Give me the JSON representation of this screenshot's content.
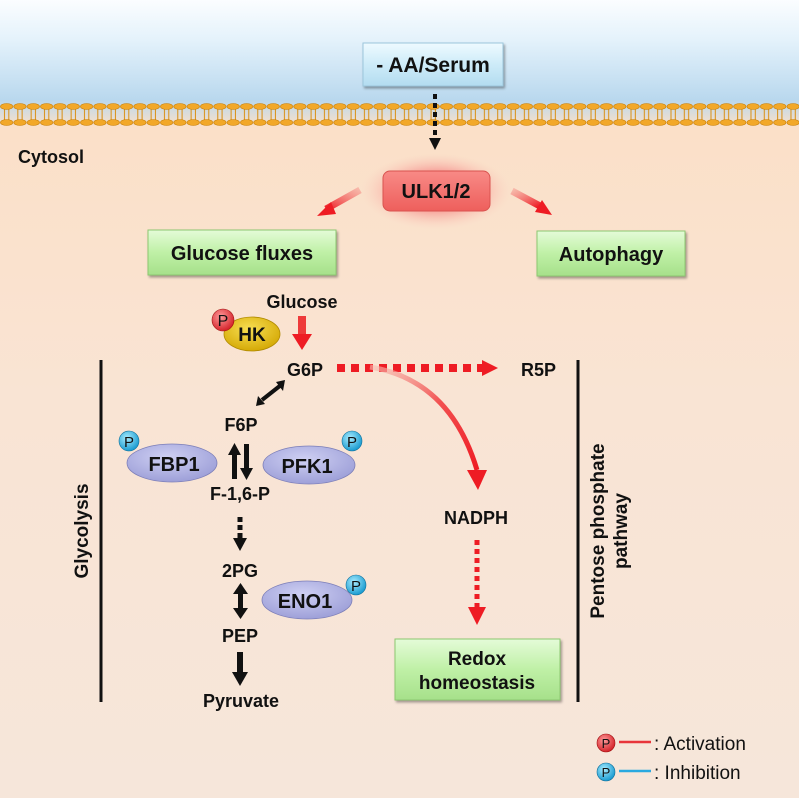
{
  "stimulus": {
    "label": "- AA/Serum"
  },
  "compartment": {
    "label": "Cytosol"
  },
  "kinase": {
    "label": "ULK1/2"
  },
  "outputs": {
    "glucose_fluxes": "Glucose fluxes",
    "autophagy": "Autophagy"
  },
  "metabolites": {
    "glucose": "Glucose",
    "g6p": "G6P",
    "r5p": "R5P",
    "f6p": "F6P",
    "f16p": "F-1,6-P",
    "pg2": "2PG",
    "pep": "PEP",
    "pyruvate": "Pyruvate",
    "nadph": "NADPH"
  },
  "enzymes": {
    "hk": {
      "label": "HK",
      "phospho": "P",
      "effect": "activation"
    },
    "fbp1": {
      "label": "FBP1",
      "phospho": "P",
      "effect": "inhibition"
    },
    "pfk1": {
      "label": "PFK1",
      "phospho": "P",
      "effect": "inhibition"
    },
    "eno1": {
      "label": "ENO1",
      "phospho": "P",
      "effect": "inhibition"
    }
  },
  "redox": {
    "line1": "Redox",
    "line2": "homeostasis"
  },
  "pathways": {
    "glycolysis": "Glycolysis",
    "ppp_line1": "Pentose phosphate",
    "ppp_line2": "pathway"
  },
  "legend": {
    "activation": {
      "symbol": "P",
      "label": ": Activation",
      "color": "#e8353a"
    },
    "inhibition": {
      "symbol": "P",
      "label": ": Inhibition",
      "color": "#2aa9e0"
    }
  },
  "colors": {
    "activation_red": "#ee1c24",
    "inhibition_blue": "#29abe2",
    "green_box": "#b8f0a0",
    "ulk_box": "#f26a68",
    "enzyme_purple": "#aeb0e4",
    "hk_yellow": "#e9c21a",
    "stimulus_box": "#cdebf8"
  }
}
